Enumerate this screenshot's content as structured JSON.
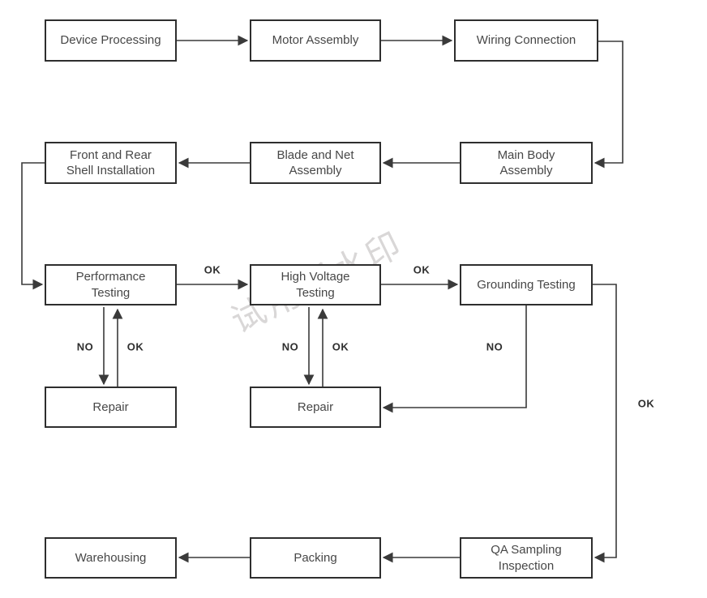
{
  "watermark": {
    "text": "试用版水印",
    "color": "#d9d7d7"
  },
  "colors": {
    "background": "#ffffff",
    "box_border": "#2e2e2e",
    "box_fill": "#ffffff",
    "box_text": "#474747",
    "connector": "#3a3a3a",
    "edge_label_text": "#2e2e2e"
  },
  "nodes": {
    "device_processing": "Device Processing",
    "motor_assembly": "Motor Assembly",
    "wiring_connection": "Wiring Connection",
    "front_rear_shell": "Front and Rear\nShell Installation",
    "blade_net_assembly": "Blade and Net\nAssembly",
    "main_body_assembly": "Main Body\nAssembly",
    "performance_testing": "Performance\nTesting",
    "high_voltage_testing": "High Voltage\nTesting",
    "grounding_testing": "Grounding Testing",
    "repair_1": "Repair",
    "repair_2": "Repair",
    "warehousing": "Warehousing",
    "packing": "Packing",
    "qa_sampling_inspection": "QA Sampling\nInspection"
  },
  "edge_labels": [
    {
      "id": "ok-performance-to-highvoltage",
      "text": "OK"
    },
    {
      "id": "ok-highvoltage-to-grounding",
      "text": "OK"
    },
    {
      "id": "no-performance-to-repair",
      "text": "NO"
    },
    {
      "id": "ok-repair-to-performance",
      "text": "OK"
    },
    {
      "id": "no-highvoltage-to-repair",
      "text": "NO"
    },
    {
      "id": "ok-repair-to-highvoltage",
      "text": "OK"
    },
    {
      "id": "no-grounding-to-repair",
      "text": "NO"
    },
    {
      "id": "ok-grounding-to-qa",
      "text": "OK"
    }
  ]
}
